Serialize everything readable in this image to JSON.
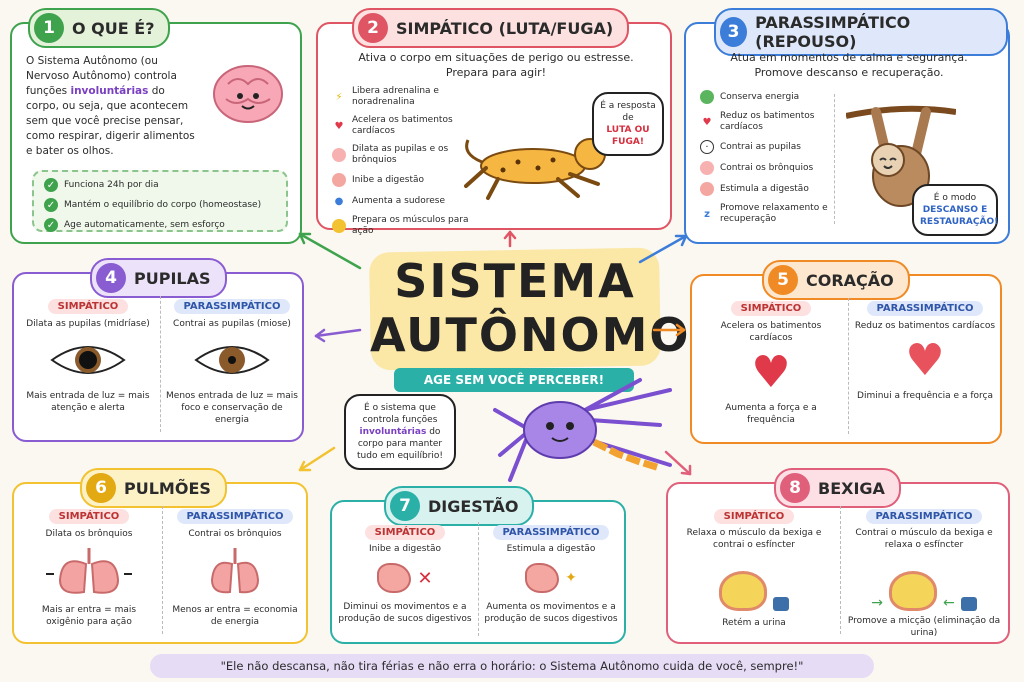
{
  "title": {
    "line1": "SISTEMA",
    "line2": "AUTÔNOMO",
    "banner": "AGE SEM VOCÊ PERCEBER!"
  },
  "center_bubble": {
    "pre": "É o sistema que controla funções",
    "hl": "involuntárias",
    "post": "do corpo para manter tudo em equilíbrio!"
  },
  "c1": {
    "num": "1",
    "title": "O QUE É?",
    "text_a": "O Sistema Autônomo (ou Nervoso Autônomo) controla funções",
    "text_hl": "involuntárias",
    "text_b": "do corpo, ou seja, que acontecem sem que você precise pensar, como respirar, digerir alimentos e bater os olhos.",
    "checks": [
      "Funciona 24h por dia",
      "Mantém o equilíbrio do corpo (homeostase)",
      "Age automaticamente, sem esforço"
    ]
  },
  "c2": {
    "num": "2",
    "title": "SIMPÁTICO (LUTA/FUGA)",
    "intro": "Ativa o corpo em situações de perigo ou estresse. Prepara para agir!",
    "items": [
      "Libera adrenalina e noradrenalina",
      "Acelera os batimentos cardíacos",
      "Dilata as pupilas e os brônquios",
      "Inibe a digestão",
      "Aumenta a sudorese",
      "Prepara os músculos para ação"
    ],
    "bubble_a": "É a resposta de",
    "bubble_hl": "LUTA OU FUGA!"
  },
  "c3": {
    "num": "3",
    "title": "PARASSIMPÁTICO (REPOUSO)",
    "intro": "Atua em momentos de calma e segurança. Promove descanso e recuperação.",
    "items": [
      "Conserva energia",
      "Reduz os batimentos cardíacos",
      "Contrai as pupilas",
      "Contrai os brônquios",
      "Estimula a digestão",
      "Promove relaxamento e recuperação"
    ],
    "bubble_a": "É o modo",
    "bubble_hl": "DESCANSO E RESTAURAÇÃO!"
  },
  "c4": {
    "num": "4",
    "title": "PUPILAS",
    "sim_label": "SIMPÁTICO",
    "sim_top": "Dilata as pupilas (midríase)",
    "sim_bottom": "Mais entrada de luz = mais atenção e alerta",
    "par_label": "PARASSIMPÁTICO",
    "par_top": "Contrai as pupilas (miose)",
    "par_bottom": "Menos entrada de luz = mais foco e conservação de energia"
  },
  "c5": {
    "num": "5",
    "title": "CORAÇÃO",
    "sim_label": "SIMPÁTICO",
    "sim_top": "Acelera os batimentos cardíacos",
    "sim_bottom": "Aumenta a força e a frequência",
    "par_label": "PARASSIMPÁTICO",
    "par_top": "Reduz os batimentos cardíacos",
    "par_bottom": "Diminui a frequência e a força"
  },
  "c6": {
    "num": "6",
    "title": "PULMÕES",
    "sim_label": "SIMPÁTICO",
    "sim_top": "Dilata os brônquios",
    "sim_bottom": "Mais ar entra = mais oxigênio para ação",
    "par_label": "PARASSIMPÁTICO",
    "par_top": "Contrai os brônquios",
    "par_bottom": "Menos ar entra = economia de energia"
  },
  "c7": {
    "num": "7",
    "title": "DIGESTÃO",
    "sim_label": "SIMPÁTICO",
    "sim_top": "Inibe a digestão",
    "sim_bottom": "Diminui os movimentos e a produção de sucos digestivos",
    "par_label": "PARASSIMPÁTICO",
    "par_top": "Estimula a digestão",
    "par_bottom": "Aumenta os movimentos e a produção de sucos digestivos"
  },
  "c8": {
    "num": "8",
    "title": "BEXIGA",
    "sim_label": "SIMPÁTICO",
    "sim_top": "Relaxa o músculo da bexiga e contrai o esfíncter",
    "sim_bottom": "Retém a urina",
    "par_label": "PARASSIMPÁTICO",
    "par_top": "Contrai o músculo da bexiga e relaxa o esfíncter",
    "par_bottom": "Promove a micção (eliminação da urina)"
  },
  "footer": "\"Ele não descansa, não tira férias e não erra o horário: o Sistema Autônomo cuida de você, sempre!\"",
  "colors": {
    "green": "#3fa34d",
    "red": "#e05563",
    "blue": "#3b7dd8",
    "purple": "#8a5cd1",
    "orange": "#f08a24",
    "yellow": "#f2c230",
    "teal": "#2bb0a8",
    "pink": "#e05f7a"
  }
}
